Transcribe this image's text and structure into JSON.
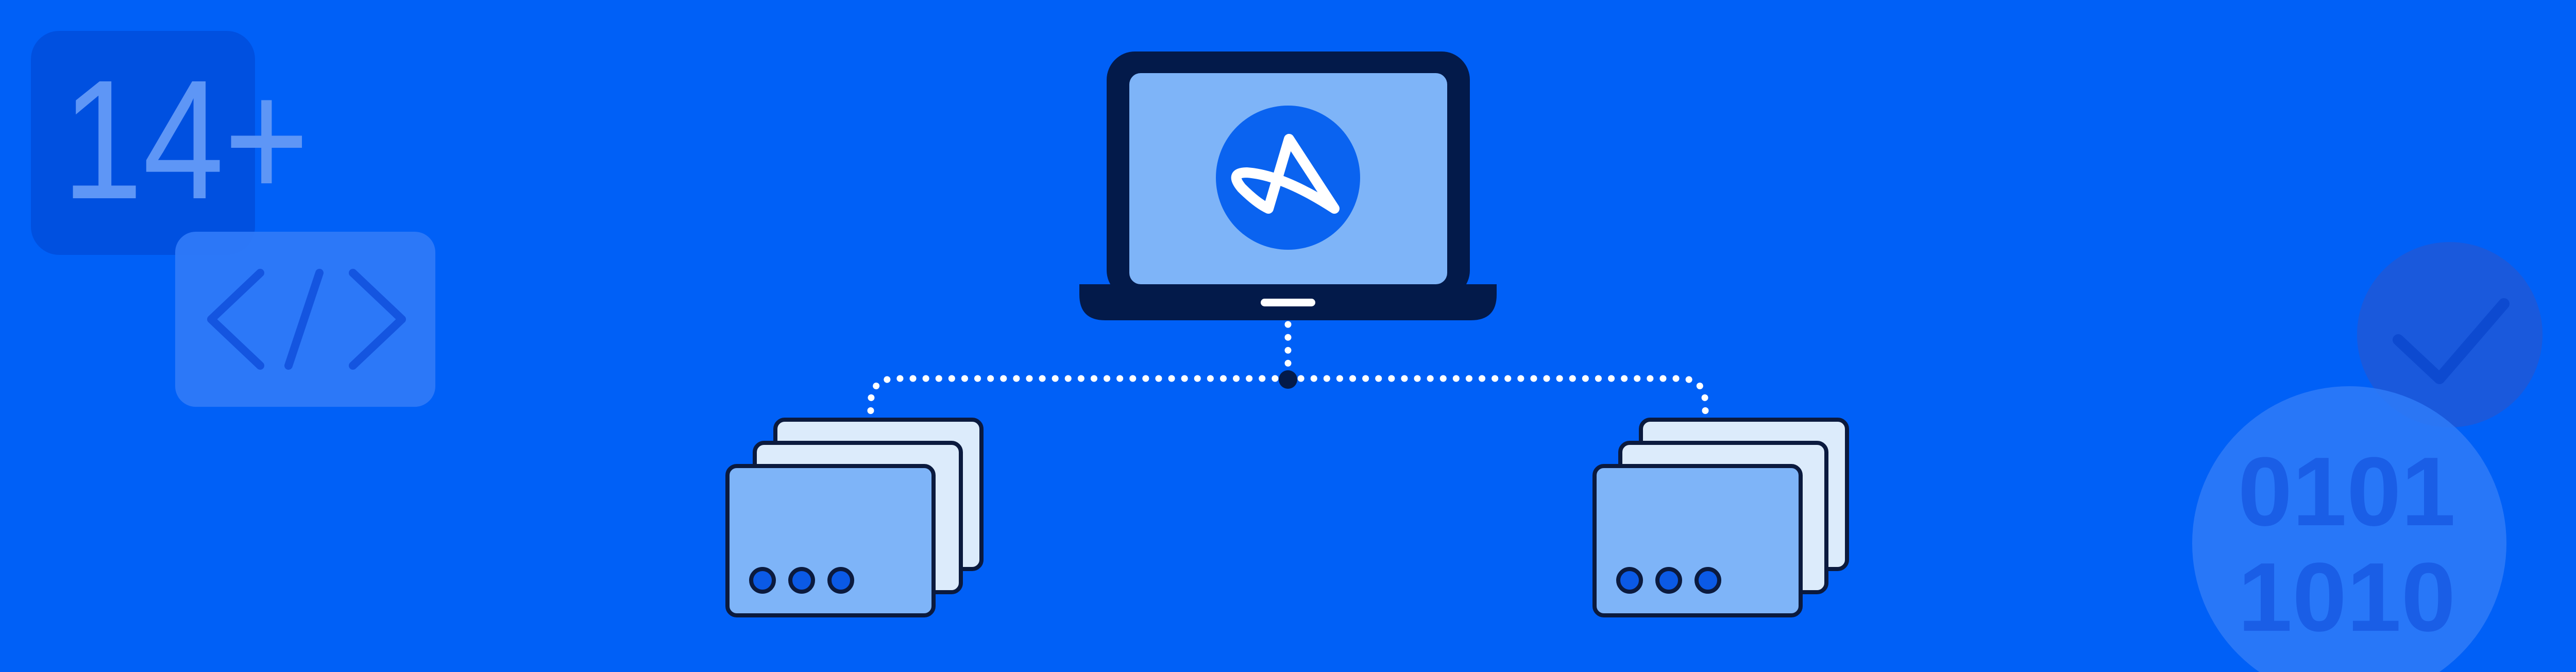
{
  "colors": {
    "background": "#0060F7",
    "laptop_frame": "#031A4A",
    "laptop_screen": "#7EB4F8",
    "logo_circle": "#0A63F0",
    "logo_mark": "#FFFFFF",
    "card_front": "#7EB4F8",
    "card_back": "#DCEBFB",
    "card_outline": "#0B1A3E",
    "card_dot": "#0B5AE6",
    "connector": "#FFFFFF",
    "connector_node": "#031A4A",
    "decor_light": "#5B95FA",
    "decor_dark": "#1A55D9"
  },
  "decor": {
    "version_badge_text": "14+",
    "binary_line_1": "0101",
    "binary_line_2": "1010"
  },
  "diagram": {
    "center_device": "laptop",
    "center_logo_icon": "amplitude-logo-icon",
    "left_group": {
      "icon": "stacked-window-cards-icon",
      "dots": 3
    },
    "right_group": {
      "icon": "stacked-window-cards-icon",
      "dots": 3
    }
  }
}
